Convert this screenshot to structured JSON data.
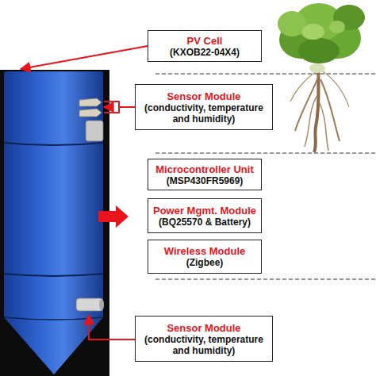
{
  "diagram": {
    "nodes": [
      {
        "text": [
          "PV Cell",
          "(KXOB22-04X4)"
        ]
      },
      {
        "text": [
          "Sensor Module",
          "(conductivity, temperature and humidity)"
        ]
      },
      {
        "text": [
          "Microcontroller Unit",
          "(MSP430FR5969)"
        ]
      },
      {
        "text": [
          "Power Mgmt. Module",
          "(BQ25570 & Battery)"
        ]
      },
      {
        "text": [
          "Wireless Module",
          "(Zigbee)"
        ]
      },
      {
        "text": [
          "Sensor Module",
          "(conductivity, temperature and humidity)"
        ]
      }
    ]
  }
}
